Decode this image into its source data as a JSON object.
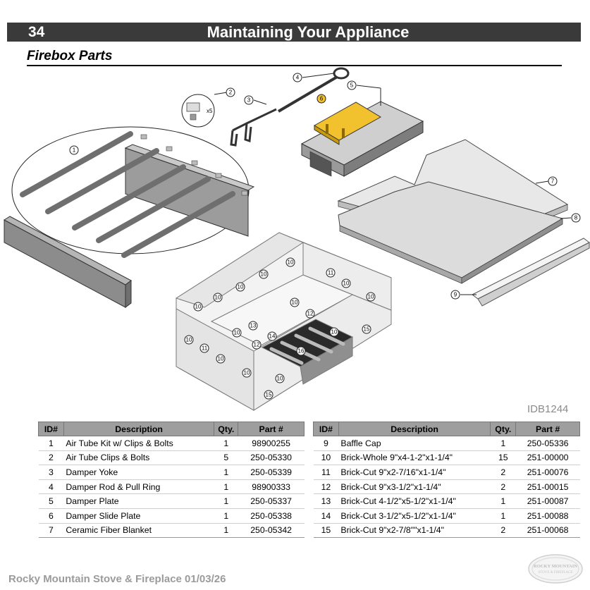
{
  "header": {
    "page_number": "34",
    "title": "Maintaining Your Appliance"
  },
  "section": {
    "title": "Firebox Parts"
  },
  "diagram": {
    "code": "IDB1244",
    "clip_quantity_label": "x5",
    "callouts": [
      "1",
      "2",
      "3",
      "4",
      "5",
      "6",
      "7",
      "8",
      "9",
      "10",
      "11",
      "12",
      "13",
      "14",
      "15",
      "16"
    ]
  },
  "table": {
    "headers": {
      "id": "ID#",
      "description": "Description",
      "qty": "Qty.",
      "part": "Part #"
    },
    "left_rows": [
      {
        "id": "1",
        "description": "Air Tube Kit w/ Clips & Bolts",
        "qty": "1",
        "part": "98900255"
      },
      {
        "id": "2",
        "description": "Air Tube Clips & Bolts",
        "qty": "5",
        "part": "250-05330"
      },
      {
        "id": "3",
        "description": "Damper Yoke",
        "qty": "1",
        "part": "250-05339"
      },
      {
        "id": "4",
        "description": "Damper Rod & Pull Ring",
        "qty": "1",
        "part": "98900333"
      },
      {
        "id": "5",
        "description": "Damper Plate",
        "qty": "1",
        "part": "250-05337"
      },
      {
        "id": "6",
        "description": "Damper Slide Plate",
        "qty": "1",
        "part": "250-05338"
      },
      {
        "id": "7",
        "description": "Ceramic Fiber Blanket",
        "qty": "1",
        "part": "250-05342"
      }
    ],
    "right_rows": [
      {
        "id": "9",
        "description": "Baffle Cap",
        "qty": "1",
        "part": "250-05336"
      },
      {
        "id": "10",
        "description": "Brick-Whole 9\"x4-1-2\"x1-1/4\"",
        "qty": "15",
        "part": "251-00000"
      },
      {
        "id": "11",
        "description": "Brick-Cut 9\"x2-7/16\"x1-1/4\"",
        "qty": "2",
        "part": "251-00076"
      },
      {
        "id": "12",
        "description": "Brick-Cut 9\"x3-1/2\"x1-1/4\"",
        "qty": "2",
        "part": "251-00015"
      },
      {
        "id": "13",
        "description": "Brick-Cut 4-1/2\"x5-1/2\"x1-1/4\"",
        "qty": "1",
        "part": "251-00087"
      },
      {
        "id": "14",
        "description": "Brick-Cut 3-1/2\"x5-1/2\"x1-1/4\"",
        "qty": "1",
        "part": "251-00088"
      },
      {
        "id": "15",
        "description": "Brick-Cut 9\"x2-7/8\"\"x1-1/4\"",
        "qty": "2",
        "part": "251-00068"
      }
    ]
  },
  "footer": {
    "text": "Rocky Mountain Stove & Fireplace  01/03/26"
  },
  "logo": {
    "line1": "ROCKY MOUNTAIN",
    "line2": "STOVE & FIREPLACE"
  },
  "colors": {
    "header_bg": "#3a3a3a",
    "table_header_bg": "#9e9e9e",
    "damper_slide_plate": "#f2c12e",
    "footer_text": "#9b9b9b"
  }
}
